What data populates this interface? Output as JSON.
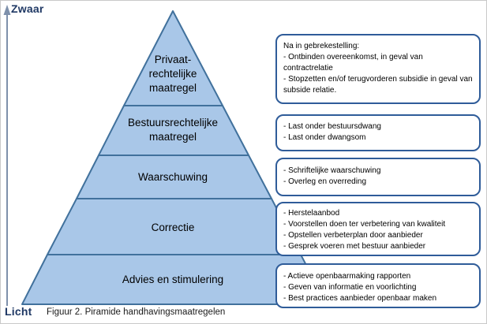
{
  "figure": {
    "axis_top_label": "Zwaar",
    "axis_bottom_label": "Licht",
    "caption": "Figuur 2. Piramide handhavingsmaatregelen"
  },
  "pyramid": {
    "fill_color": "#A9C7E8",
    "border_color": "#41719C",
    "axis_color": "#7E90AB",
    "levels": [
      {
        "label": "Privaat-\nrechtelijke\nmaatregel"
      },
      {
        "label": "Bestuursrechtelijke\nmaatregel"
      },
      {
        "label": "Waarschuwing"
      },
      {
        "label": "Correctie"
      },
      {
        "label": "Advies en stimulering"
      }
    ]
  },
  "callouts": [
    {
      "lines": [
        "Na in gebrekestelling:",
        "- Ontbinden overeenkomst, in geval van contractrelatie",
        "- Stopzetten en/of terugvorderen subsidie in geval van subside relatie."
      ]
    },
    {
      "lines": [
        "- Last onder bestuursdwang",
        "- Last onder dwangsom"
      ]
    },
    {
      "lines": [
        "- Schriftelijke waarschuwing",
        "- Overleg en overreding"
      ]
    },
    {
      "lines": [
        "- Herstelaanbod",
        "- Voorstellen doen ter verbetering van kwaliteit",
        "- Opstellen verbeterplan door aanbieder",
        "- Gesprek voeren met bestuur aanbieder"
      ]
    },
    {
      "lines": [
        "- Actieve openbaarmaking rapporten",
        "- Geven van informatie en voorlichting",
        "- Best practices aanbieder openbaar maken"
      ]
    }
  ]
}
